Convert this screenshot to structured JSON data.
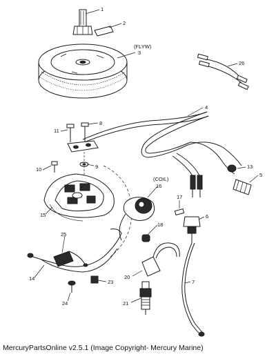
{
  "caption": "MercuryPartsOnline v2.5.1 (Image Copyright- Mercury Marine)",
  "callouts": {
    "c1": "1",
    "c2": "2",
    "c3": "3",
    "c4": "4",
    "c5": "5",
    "c6": "6",
    "c7": "7",
    "c8": "8",
    "c9": "9",
    "c10": "10",
    "c11": "11",
    "c13": "13",
    "c14": "14",
    "c15": "15",
    "c16": "16",
    "c17": "17",
    "c18": "18",
    "c20": "20",
    "c21": "21",
    "c23": "23",
    "c24": "24",
    "c25": "25",
    "c26": "26"
  },
  "notes": {
    "flywheel": "(FLYW)",
    "coil": "(COIL)"
  }
}
